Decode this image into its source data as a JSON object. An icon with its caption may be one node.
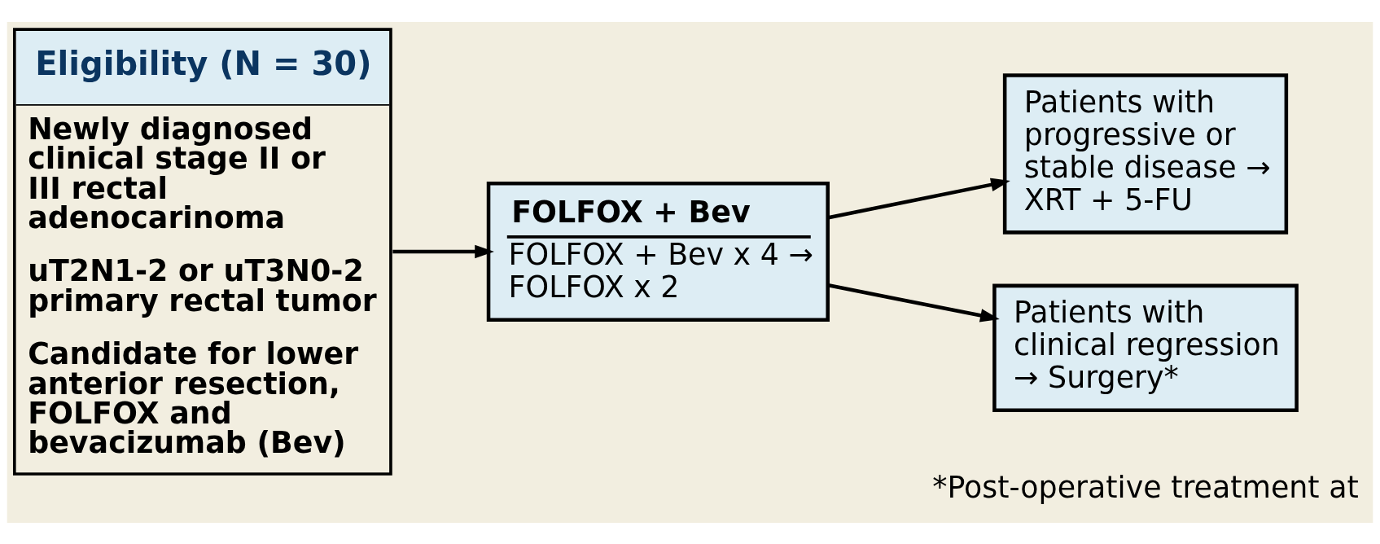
{
  "diagram": {
    "nodes": [
      {
        "text": [
          "Eligibility (N = 30)",
          "Newly diagnosed clinical stage II or III rectal adenocarinoma",
          "uT2N1-2 or uT3N0-2 primary rectal tumor",
          "Candidate for lower anterior resection, FOLFOX and bevacizumab (Bev)"
        ]
      },
      {
        "text": [
          "FOLFOX + Bev",
          "FOLFOX + Bev x 4 → FOLFOX x 2"
        ]
      },
      {
        "text": [
          "Patients with progressive or stable disease → XRT + 5-FU"
        ]
      },
      {
        "text": [
          "Patients with clinical regression → Surgery*"
        ]
      }
    ],
    "edges": [
      {
        "from": 0,
        "to": 1,
        "arrow": "to"
      },
      {
        "from": 1,
        "to": 2,
        "arrow": "to"
      },
      {
        "from": 1,
        "to": 3,
        "arrow": "to"
      }
    ],
    "labels": [
      "*Post-operative treatment at"
    ]
  }
}
